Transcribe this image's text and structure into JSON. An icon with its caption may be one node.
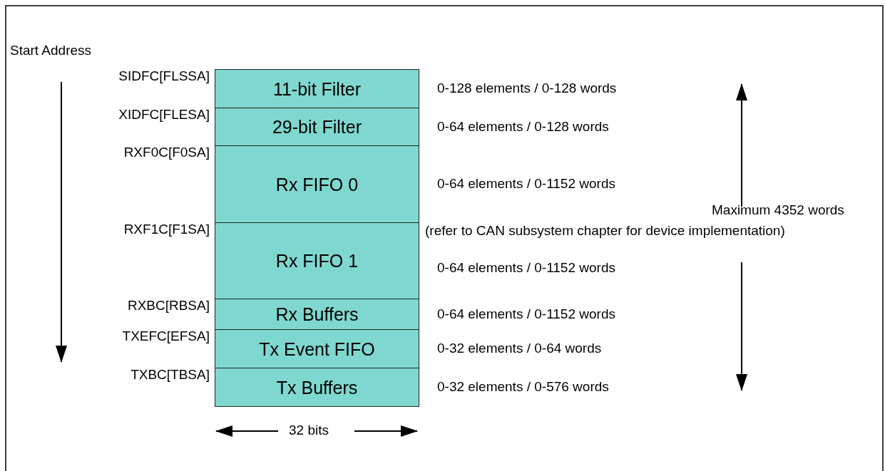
{
  "diagram": {
    "nodes": [
      {
        "text": [
          "11-bit Filter"
        ],
        "beside": [
          "SIDFC[FLSSA]",
          "0-128 elements / 0-128 words"
        ]
      },
      {
        "text": [
          "29-bit Filter"
        ],
        "beside": [
          "XIDFC[FLESA]",
          "0-64 elements / 0-128 words"
        ]
      },
      {
        "text": [
          "Rx FIFO 0"
        ],
        "beside": [
          "RXF0C[F0SA]",
          "0-64 elements / 0-1152 words"
        ]
      },
      {
        "text": [
          "Rx FIFO 1"
        ],
        "beside": [
          "RXF1C[F1SA]",
          "0-64 elements / 0-1152 words"
        ]
      },
      {
        "text": [
          "Rx Buffers"
        ],
        "beside": [
          "RXBC[RBSA]",
          "0-64 elements / 0-1152 words"
        ]
      },
      {
        "text": [
          "Tx Event FIFO"
        ],
        "beside": [
          "TXEFC[EFSA]",
          "0-32 elements / 0-64 words"
        ]
      },
      {
        "text": [
          "Tx Buffers"
        ],
        "beside": [
          "TXBC[TBSA]",
          "0-32 elements / 0-576 words"
        ]
      }
    ],
    "labels": [
      "Start Address",
      "Maximum 4352 words",
      "(refer to CAN subsystem chapter for device implementation)",
      "32 bits"
    ]
  }
}
